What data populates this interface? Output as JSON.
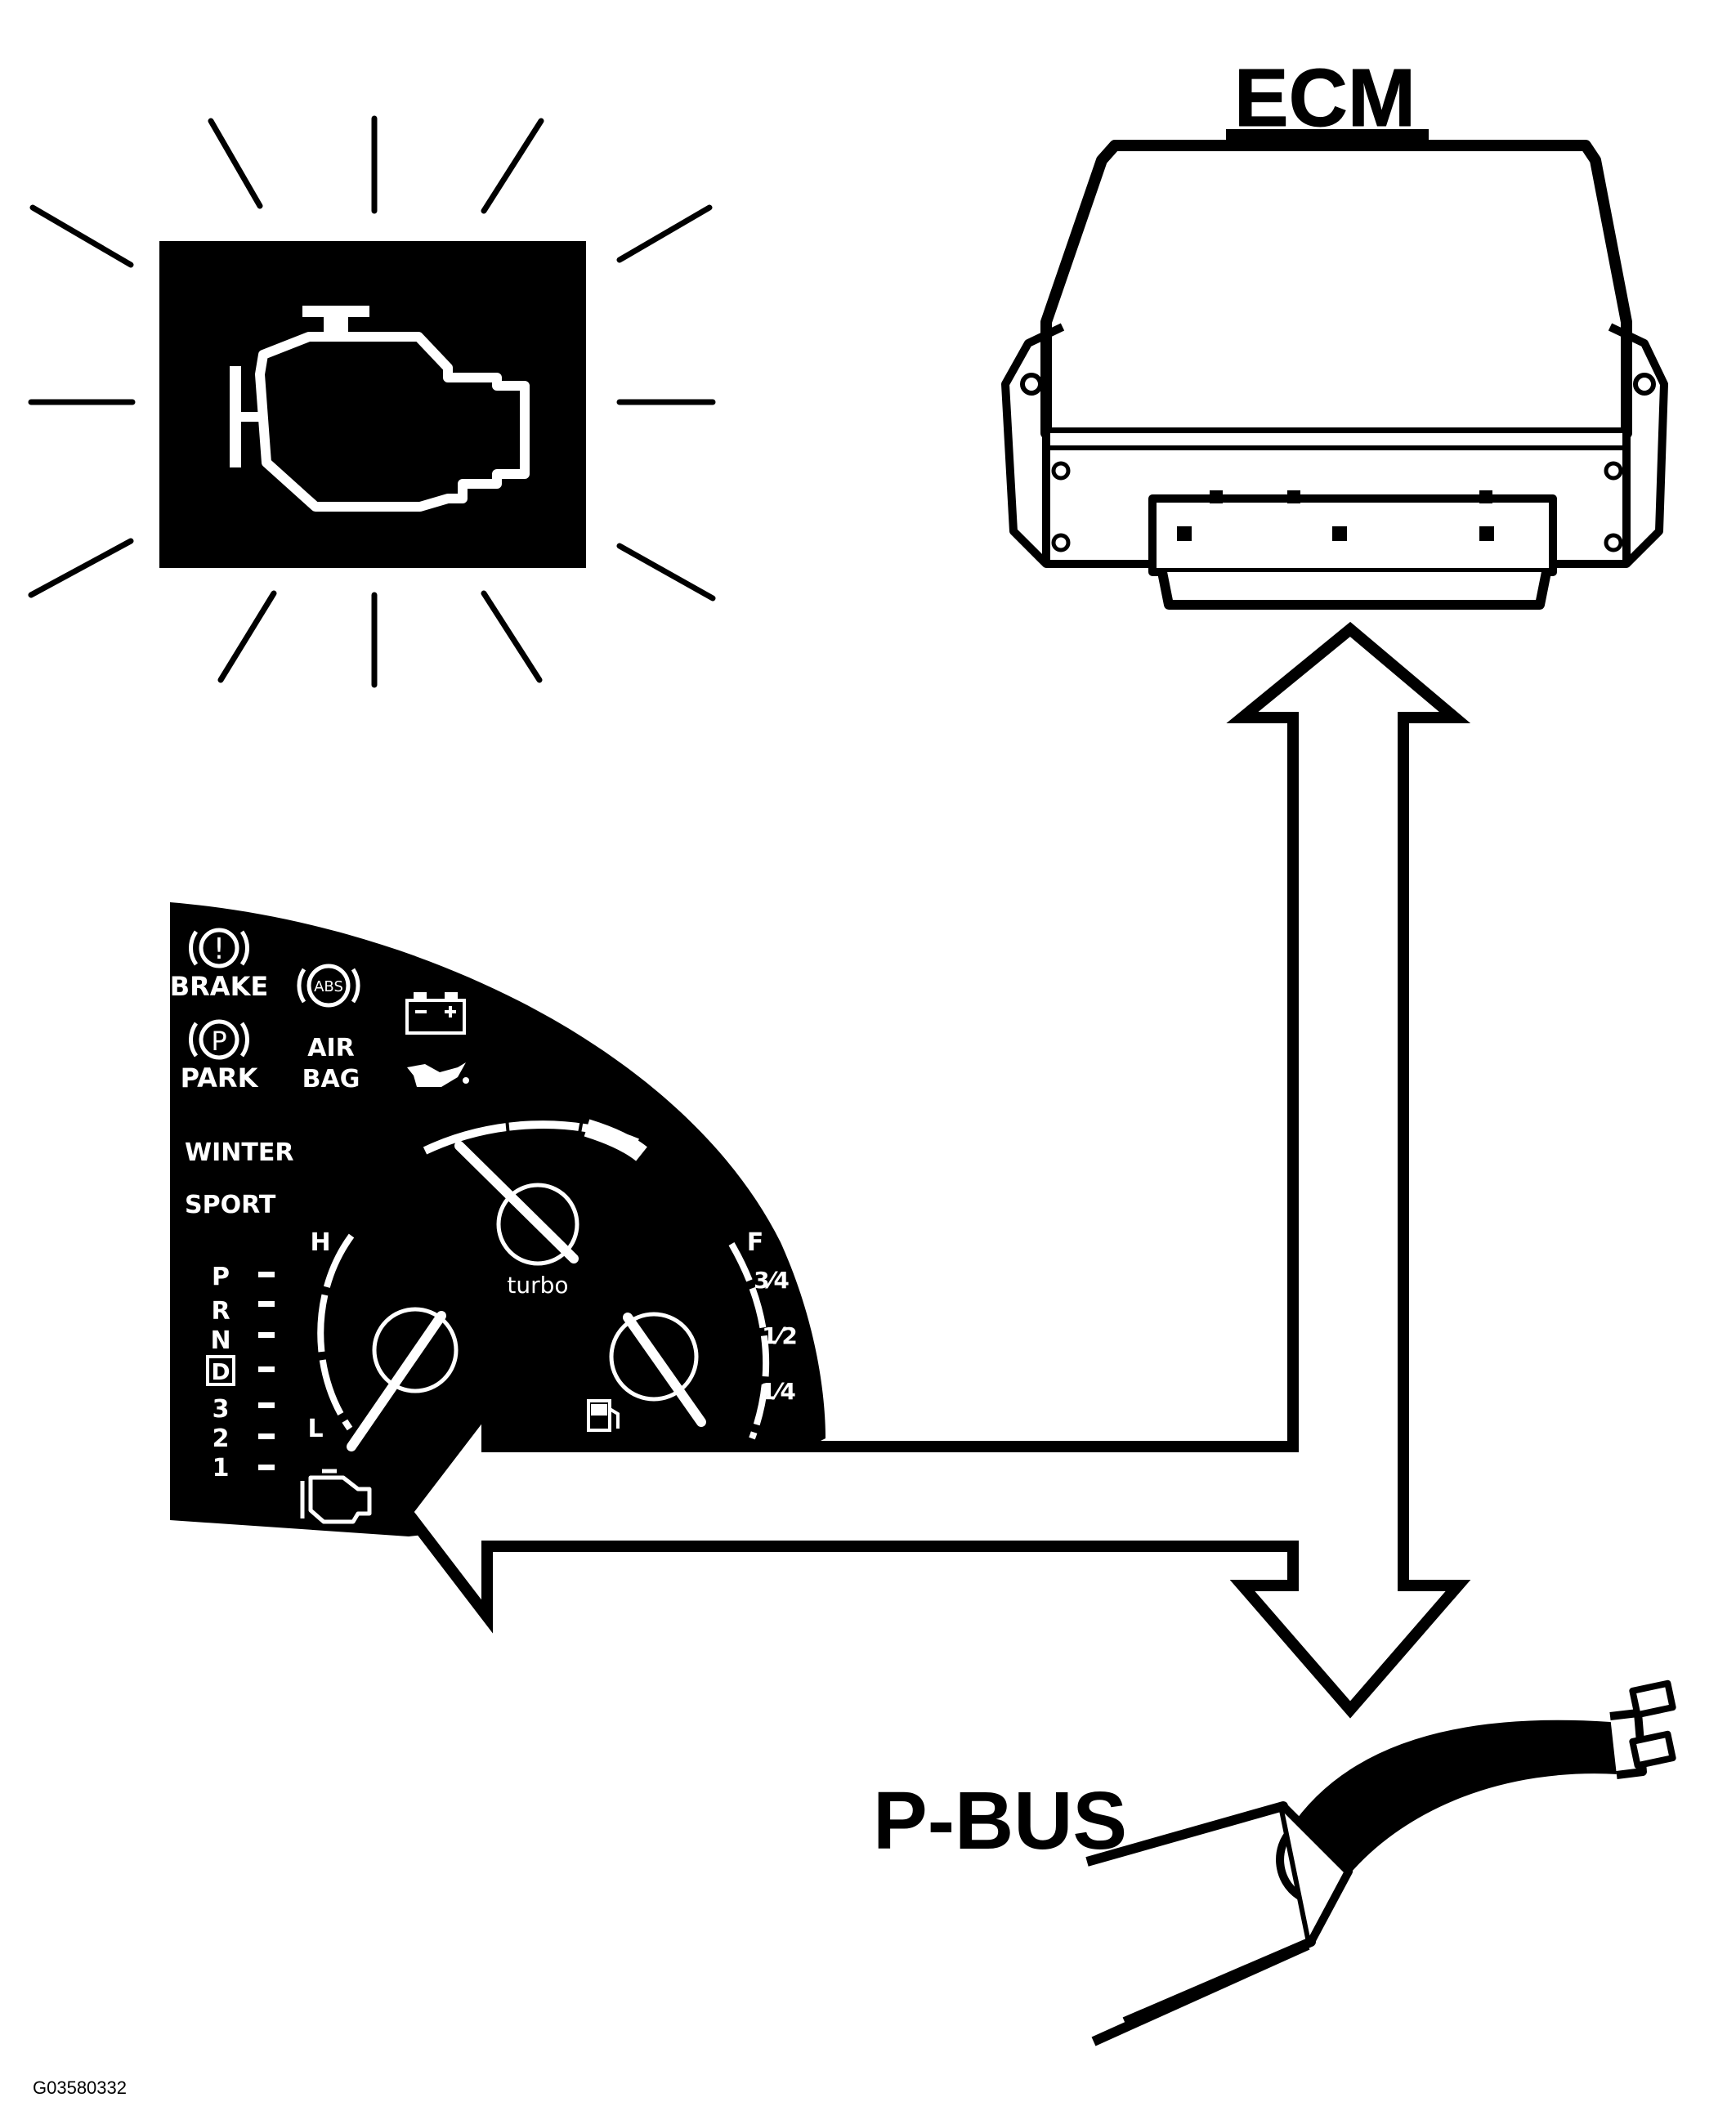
{
  "labels": {
    "ecm": "ECM",
    "pbus": "P-BUS",
    "figure_id": "G03580332"
  },
  "cluster": {
    "telltales": {
      "brake": "BRAKE",
      "park": "PARK",
      "air": "AIR",
      "bag": "BAG",
      "abs": "ABS",
      "brake_symbol": "!",
      "park_symbol": "P"
    },
    "modes": {
      "winter": "WINTER",
      "sport": "SPORT"
    },
    "gear_positions": [
      "P",
      "R",
      "N",
      "D",
      "3",
      "2",
      "1"
    ],
    "temp_gauge": {
      "high": "H",
      "low": "L"
    },
    "turbo_gauge": {
      "label": "turbo"
    },
    "fuel_gauge": {
      "full": "F",
      "three_quarter": "3⁄4",
      "half": "1⁄2",
      "quarter": "1⁄4"
    }
  },
  "icons": {
    "mil": "check-engine-icon",
    "cluster_mil": "check-engine-icon",
    "battery": "battery-icon",
    "oil": "oil-can-icon",
    "fuel": "fuel-pump-icon",
    "wiring": "wiring-harness-icon"
  },
  "colors": {
    "ink": "#000000",
    "paper": "#ffffff"
  }
}
